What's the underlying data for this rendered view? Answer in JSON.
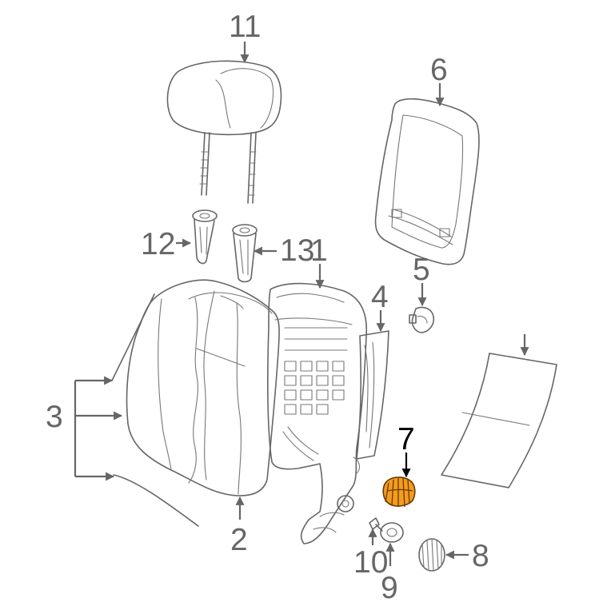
{
  "diagram": {
    "callouts": {
      "c1": "1",
      "c2": "2",
      "c3": "3",
      "c4": "4",
      "c5": "5",
      "c6": "6",
      "c7": "7",
      "c8": "8",
      "c9": "9",
      "c10": "10",
      "c11": "11",
      "c12": "12",
      "c13": "13"
    },
    "highlighted_part": "7",
    "colors": {
      "line": "#666666",
      "highlight_fill": "#f39c1f",
      "highlight_label": "#000000"
    }
  }
}
